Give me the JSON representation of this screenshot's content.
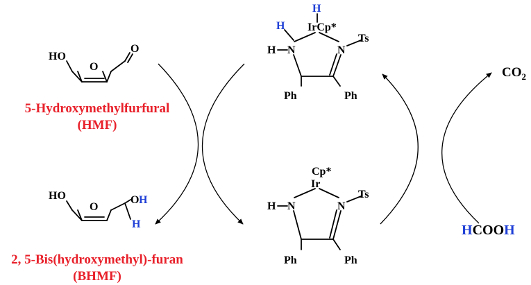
{
  "colors": {
    "label_red": "#e8202a",
    "hydrogen_blue": "#1f3fd6",
    "ink": "#000000"
  },
  "hmf": {
    "name": "5-Hydroxymethylfurfural",
    "abbr": "(HMF)",
    "atom_ho": "HO",
    "atom_o_ring": "O",
    "atom_o_ald": "O"
  },
  "bhmf": {
    "name": "2, 5-Bis(hydroxymethyl)-furan",
    "abbr": "(BHMF)",
    "atom_ho": "HO",
    "atom_o_ring": "O",
    "atom_o": "O",
    "atom_h1": "H",
    "atom_h2": "H"
  },
  "hydride": {
    "h_ir": "H",
    "h_n": "H",
    "ir_cp": "IrCp*",
    "h_left": "H",
    "n_left": "N",
    "n_right": "N",
    "ts": "Ts",
    "ph_left": "Ph",
    "ph_right": "Ph"
  },
  "catalyst": {
    "cp": "Cp*",
    "ir": "Ir",
    "h_left": "H",
    "n_left": "N",
    "n_right": "N",
    "ts": "Ts",
    "ph_left": "Ph",
    "ph_right": "Ph"
  },
  "co2": {
    "c": "CO",
    "sub": "2"
  },
  "formic": {
    "h1": "H",
    "mid": "COO",
    "h2": "H"
  }
}
